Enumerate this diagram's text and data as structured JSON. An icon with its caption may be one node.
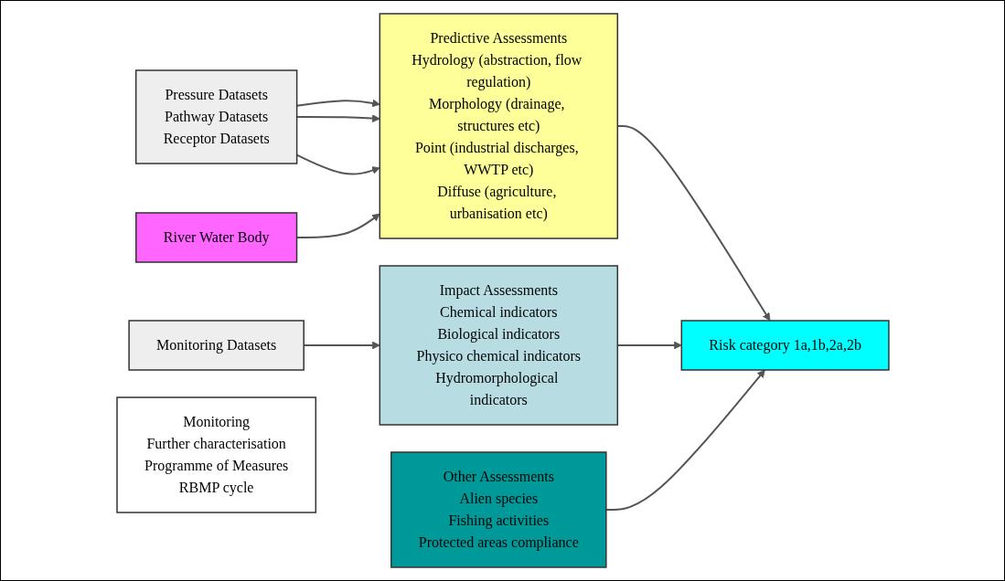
{
  "diagram": {
    "nodes": [
      {
        "text": [
          "Pressure Datasets",
          "Pathway Datasets",
          "Receptor Datasets"
        ]
      },
      {
        "text": [
          "River Water Body"
        ]
      },
      {
        "text": [
          "Monitoring Datasets"
        ]
      },
      {
        "text": [
          "Predictive Assessments",
          "Hydrology (abstraction, flow regulation)",
          "Morphology (drainage, structures etc)",
          "Point (industrial discharges, WWTP etc)",
          "Diffuse (agriculture, urbanisation etc)"
        ]
      },
      {
        "text": [
          "Impact Assessments",
          "Chemical indicators",
          "Biological indicators",
          "Physico chemical indicators",
          "Hydromorphological indicators"
        ]
      },
      {
        "text": [
          "Other Assessments",
          "Alien species",
          "Fishing activities",
          "Protected areas compliance"
        ]
      },
      {
        "text": [
          "Risk category  1a,1b,2a,2b"
        ]
      },
      {
        "text": [
          "Monitoring",
          "Further characterisation",
          "Programme of Measures",
          "RBMP cycle"
        ]
      }
    ],
    "edges": [
      {
        "from": 0,
        "to": 3,
        "arrow": "to"
      },
      {
        "from": 0,
        "to": 3,
        "arrow": "to"
      },
      {
        "from": 0,
        "to": 3,
        "arrow": "to"
      },
      {
        "from": 1,
        "to": 3,
        "arrow": "to"
      },
      {
        "from": 2,
        "to": 4,
        "arrow": "to"
      },
      {
        "from": 3,
        "to": 6,
        "arrow": "to"
      },
      {
        "from": 4,
        "to": 6,
        "arrow": "to"
      },
      {
        "from": 5,
        "to": 6,
        "arrow": "to"
      }
    ]
  }
}
